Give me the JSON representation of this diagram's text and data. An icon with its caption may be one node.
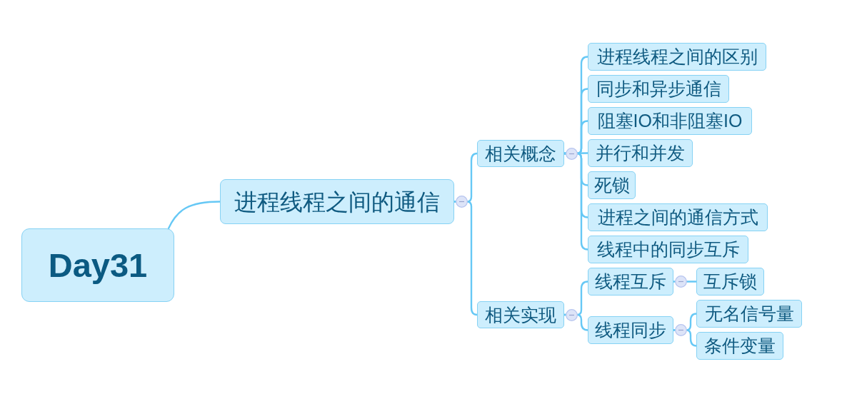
{
  "diagram": {
    "nodes": [
      {
        "text": [
          "Day31"
        ]
      },
      {
        "text": [
          "进程线程之间的通信"
        ]
      },
      {
        "text": [
          "相关概念"
        ]
      },
      {
        "text": [
          "进程线程之间的区别"
        ]
      },
      {
        "text": [
          "同步和异步通信"
        ]
      },
      {
        "text": [
          "阻塞IO和非阻塞IO"
        ]
      },
      {
        "text": [
          "并行和并发"
        ]
      },
      {
        "text": [
          "死锁"
        ]
      },
      {
        "text": [
          "进程之间的通信方式"
        ]
      },
      {
        "text": [
          "线程中的同步互斥"
        ]
      },
      {
        "text": [
          "相关实现"
        ]
      },
      {
        "text": [
          "线程互斥"
        ]
      },
      {
        "text": [
          "互斥锁"
        ]
      },
      {
        "text": [
          "线程同步"
        ]
      },
      {
        "text": [
          "无名信号量"
        ]
      },
      {
        "text": [
          "条件变量"
        ]
      }
    ],
    "edges": [
      {
        "from": 0,
        "to": 1,
        "arrow": "none"
      },
      {
        "from": 1,
        "to": 2,
        "arrow": "none"
      },
      {
        "from": 2,
        "to": 3,
        "arrow": "none"
      },
      {
        "from": 2,
        "to": 4,
        "arrow": "none"
      },
      {
        "from": 2,
        "to": 5,
        "arrow": "none"
      },
      {
        "from": 2,
        "to": 6,
        "arrow": "none"
      },
      {
        "from": 2,
        "to": 7,
        "arrow": "none"
      },
      {
        "from": 2,
        "to": 8,
        "arrow": "none"
      },
      {
        "from": 2,
        "to": 9,
        "arrow": "none"
      },
      {
        "from": 1,
        "to": 10,
        "arrow": "none"
      },
      {
        "from": 10,
        "to": 11,
        "arrow": "none"
      },
      {
        "from": 10,
        "to": 13,
        "arrow": "none"
      },
      {
        "from": 11,
        "to": 12,
        "arrow": "none"
      },
      {
        "from": 13,
        "to": 14,
        "arrow": "none"
      },
      {
        "from": 13,
        "to": 15,
        "arrow": "none"
      }
    ]
  }
}
